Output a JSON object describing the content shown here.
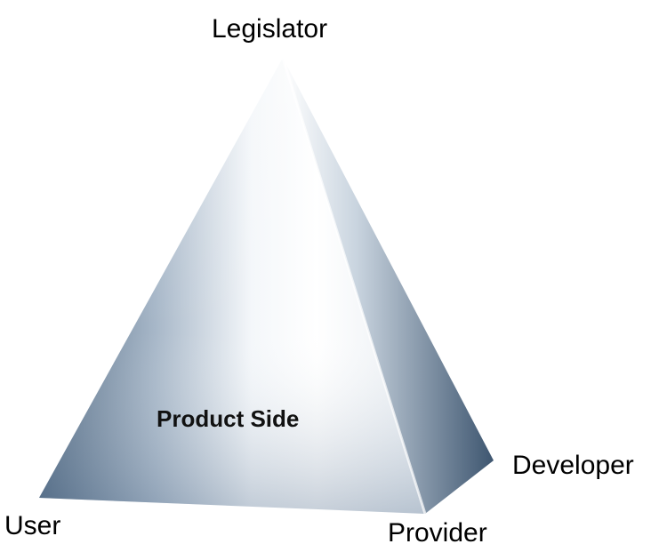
{
  "diagram": {
    "vertices": {
      "apex": "Legislator",
      "bottom_left": "User",
      "bottom_right": "Provider",
      "back_right": "Developer"
    },
    "front_face_label": "Product Side",
    "colors": {
      "face_dark": "#4f6882",
      "face_light": "#ffffff",
      "side_dark": "#3e5670",
      "text": "#000000"
    }
  }
}
